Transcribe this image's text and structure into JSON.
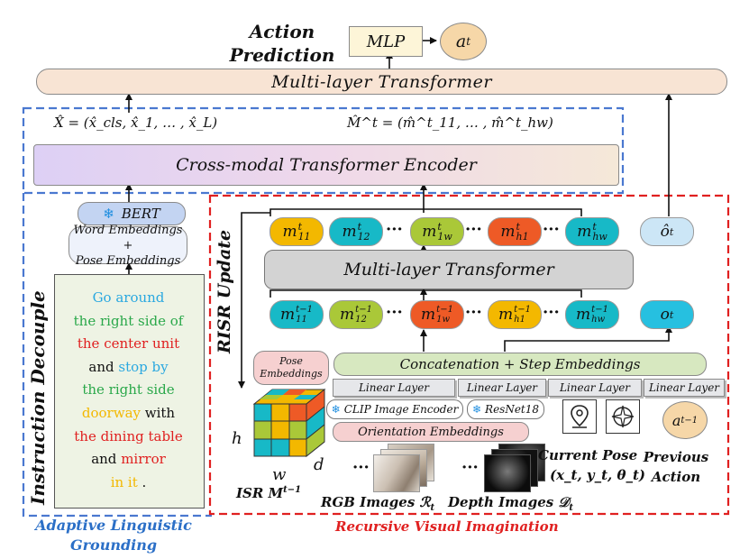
{
  "colors": {
    "blue_dash": "#4a78d0",
    "red_dash": "#e02020",
    "transformer_fill": "#f8e4d4",
    "cross_modal_fill": "#e7d4f0",
    "token_yellow": "#f3b800",
    "token_cyan": "#17b9c7",
    "token_green": "#aac838",
    "token_red": "#ee5a26",
    "mlp_fill": "#fdf5d8"
  },
  "top": {
    "action_prediction": "Action Prediction",
    "mlp": "MLP",
    "at": "a",
    "at_sup": "t",
    "multi_layer_transformer": "Multi-layer Transformer"
  },
  "alg": {
    "x_hat": "X̂ = (x̂_cls, x̂_1, … , x̂_L)",
    "m_hat": "M̂^t = (m̂^t_11, … , m̂^t_hw)",
    "cross_modal": "Cross-modal Transformer Encoder",
    "bert": "BERT",
    "word_pose_line1": "Word Embeddings +",
    "word_pose_line2": "Pose  Embeddings",
    "instruction_decouple": "Instruction Decouple",
    "title_line1": "Adaptive Linguistic",
    "title_line2": "Grounding",
    "instruction_lines": [
      {
        "text": "Go around",
        "color": "#2aa8e0"
      },
      {
        "text": "the right side of",
        "color": "#2aa84a"
      },
      {
        "text": "the center unit",
        "color": "#e02020"
      },
      {
        "text": "and stop by",
        "color": "mixed"
      },
      {
        "text": "the right side",
        "color": "#2aa84a"
      },
      {
        "text": "doorway with",
        "color": "mixed"
      },
      {
        "text": "the dining table",
        "color": "#e02020"
      },
      {
        "text": "and mirror",
        "color": "mixed"
      },
      {
        "text": "in it .",
        "color": "mixed"
      }
    ],
    "instr_and": "and",
    "instr_stop_by": "stop by",
    "instr_doorway": "doorway",
    "instr_with": "with",
    "instr_mirror": "mirror",
    "instr_in_it": "in it",
    "instr_period": "."
  },
  "rvi": {
    "risr_update": "RISR Update",
    "tokens_top": [
      "m^t_11",
      "m^t_12",
      "m^t_1w",
      "m^t_h1",
      "m^t_hw"
    ],
    "tokens_top_main": [
      "m",
      "m",
      "m",
      "m",
      "m"
    ],
    "tokens_top_sup": [
      "t",
      "t",
      "t",
      "t",
      "t"
    ],
    "tokens_top_sub": [
      "11",
      "12",
      "1w",
      "h1",
      "hw"
    ],
    "o_hat": "ô",
    "o_hat_sup": "t",
    "multi_layer_transformer": "Multi-layer Transformer",
    "tokens_bottom_main": [
      "m",
      "m",
      "m",
      "m",
      "m"
    ],
    "tokens_bottom_sup": [
      "t−1",
      "t−1",
      "t−1",
      "t−1",
      "t−1"
    ],
    "tokens_bottom_sub": [
      "11",
      "12",
      "1w",
      "h1",
      "hw"
    ],
    "o": "o",
    "o_sup": "t",
    "ellipsis": "···",
    "pose_emb_line1": "Pose",
    "pose_emb_line2": "Embeddings",
    "concat_step": "Concatenation + Step Embeddings",
    "linear_layer": "Linear Layer",
    "clip": "CLIP Image Encoder",
    "resnet": "ResNet18",
    "orientation": "Orientation Embeddings",
    "a_prev": "a",
    "a_prev_sup": "t−1",
    "cube_h": "h",
    "cube_w": "w",
    "cube_d": "d",
    "isr": "ISR M",
    "isr_sup": "t−1",
    "rgb": "RGB Images ℛ",
    "rgb_sub": "t",
    "depth": "Depth Images 𝒟",
    "depth_sub": "t",
    "current_pose": "Current Pose",
    "pose_tuple": "(x_t, y_t, θ_t)",
    "previous_line1": "Previous",
    "previous_line2": "Action",
    "title": "Recursive Visual Imagination"
  }
}
